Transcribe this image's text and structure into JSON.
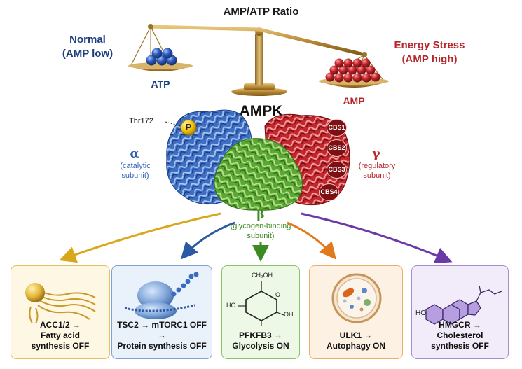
{
  "header": {
    "title": "AMP/ATP Ratio"
  },
  "balance": {
    "left_state": "Normal\n(AMP low)",
    "right_state": "Energy Stress\n(AMP high)",
    "left_pan_label": "ATP",
    "right_pan_label": "AMP"
  },
  "complex": {
    "title": "AMPK",
    "phospho_site": "Thr172",
    "phospho_symbol": "P",
    "alpha": {
      "symbol": "α",
      "desc": "(catalytic\nsubunit)"
    },
    "beta": {
      "symbol": "β",
      "desc": "(glycogen-binding\nsubunit)"
    },
    "gamma": {
      "symbol": "γ",
      "desc": "(regulatory\nsubunit)"
    },
    "cbs_domains": [
      "CBS1",
      "CBS2",
      "CBS3",
      "CBS4"
    ]
  },
  "targets": [
    {
      "label": "ACC1/2 →\nFatty acid\nsynthesis OFF",
      "color": "#d9a71a",
      "bg": "#fdf7e3",
      "border": "#e3c15c"
    },
    {
      "label": "TSC2 → mTORC1 OFF →\nProtein synthesis OFF",
      "color": "#2b5aa3",
      "bg": "#e9f1fb",
      "border": "#7ea2d4"
    },
    {
      "label": "PFKFB3 →\nGlycolysis ON",
      "color": "#3e8a22",
      "bg": "#eef8e6",
      "border": "#8cc36a"
    },
    {
      "label": "ULK1 →\nAutophagy ON",
      "color": "#e07a1c",
      "bg": "#fdf1e3",
      "border": "#e9b06a"
    },
    {
      "label": "HMGCR →\nCholesterol\nsynthesis OFF",
      "color": "#6a3aa6",
      "bg": "#f2ecfa",
      "border": "#a98bd1"
    }
  ],
  "glucose_labels": {
    "ch2oh": "CH₂OH",
    "o": "O",
    "oh": "OH",
    "ho": "HO"
  },
  "sterol_label": "HO",
  "colors": {
    "atp_blue": "#2e58b8",
    "amp_red": "#c3262c",
    "alpha_blue": "#2f5fb5",
    "beta_green": "#4f9e2b",
    "gamma_red": "#b8262a",
    "brass": "#b98a36"
  }
}
